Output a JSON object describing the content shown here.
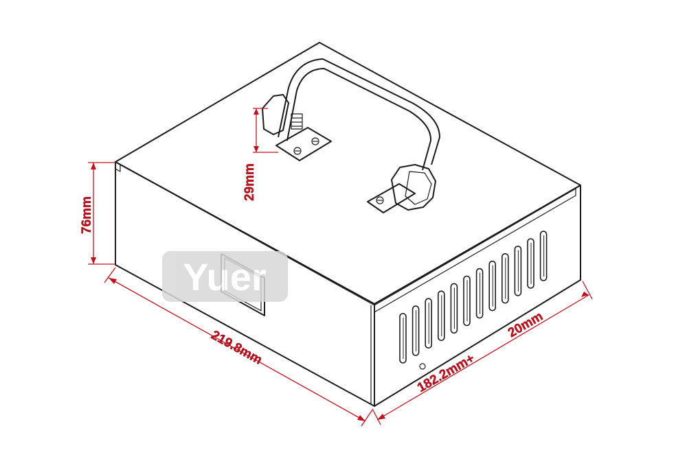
{
  "dimensions": {
    "height": "76mm",
    "handle_height": "29mm",
    "length": "219.8mm",
    "width_main": "182.2mm+",
    "width_extra": "20mm"
  },
  "watermark": {
    "text": "Yuer",
    "color": "#d8d8d8"
  },
  "colors": {
    "dimension": "#c0101e",
    "outline": "#1a1a1a"
  }
}
